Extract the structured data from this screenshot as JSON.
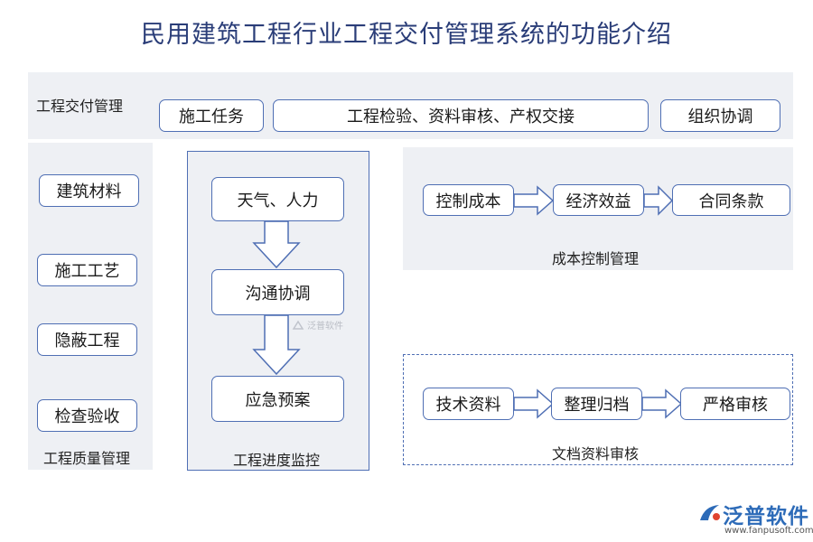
{
  "title": "民用建筑工程行业工程交付管理系统的功能介绍",
  "delivery": {
    "label": "工程交付管理",
    "items": [
      "施工任务",
      "工程检验、资料审核、产权交接",
      "组织协调"
    ]
  },
  "quality": {
    "label": "工程质量管理",
    "items": [
      "建筑材料",
      "施工工艺",
      "隐蔽工程",
      "检查验收"
    ]
  },
  "progress": {
    "label": "工程进度监控",
    "steps": [
      "天气、人力",
      "沟通协调",
      "应急预案"
    ]
  },
  "cost": {
    "label": "成本控制管理",
    "steps": [
      "控制成本",
      "经济效益",
      "合同条款"
    ]
  },
  "docs": {
    "label": "文档资料审核",
    "steps": [
      "技术资料",
      "整理归档",
      "严格审核"
    ]
  },
  "watermark": {
    "text": "泛普软件"
  },
  "brand": {
    "name": "泛普软件",
    "url": "www.fanpusoft.com"
  },
  "colors": {
    "title": "#2a3d78",
    "border": "#4f6fb4",
    "panel": "#eef0f4",
    "brand": "#2d6bb8"
  }
}
